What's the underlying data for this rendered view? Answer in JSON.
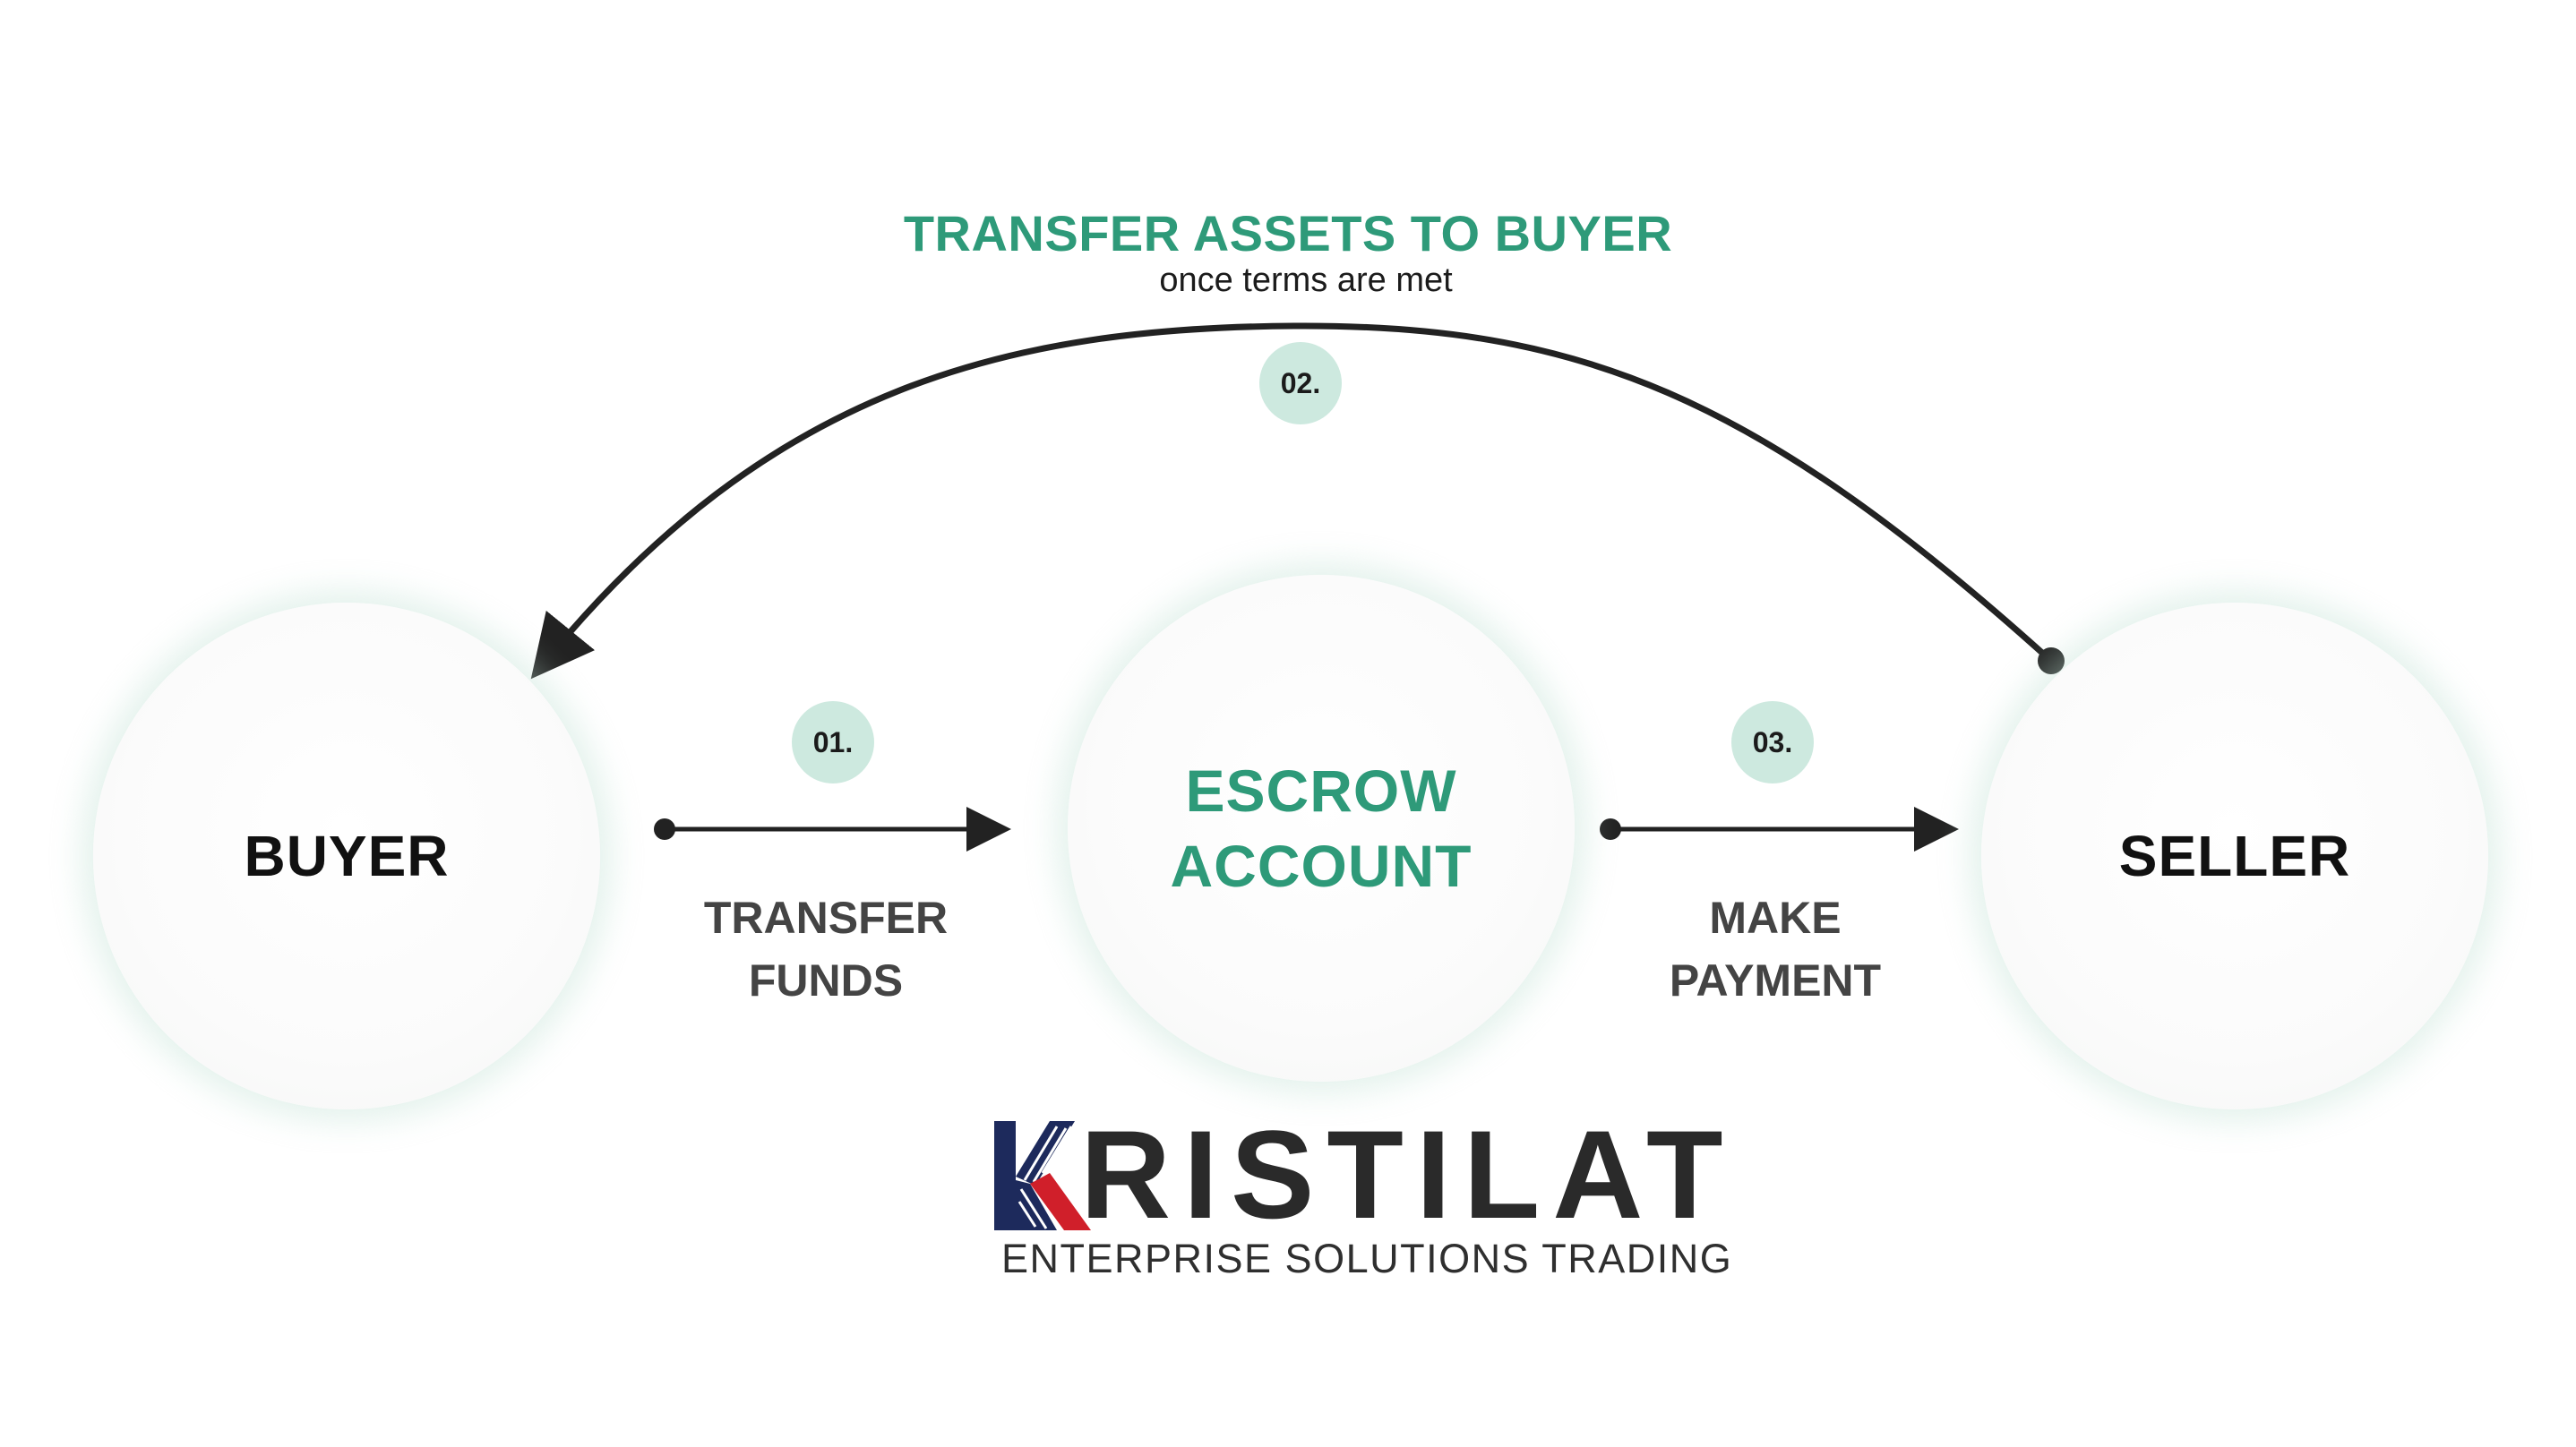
{
  "top_flow": {
    "title": "TRANSFER ASSETS TO BUYER",
    "subtitle": "once terms are met",
    "step": "02."
  },
  "nodes": {
    "buyer": "BUYER",
    "escrow_line1": "ESCROW",
    "escrow_line2": "ACCOUNT",
    "seller": "SELLER"
  },
  "steps": [
    {
      "number": "01.",
      "line1": "TRANSFER",
      "line2": "FUNDS"
    },
    {
      "number": "03.",
      "line1": "MAKE",
      "line2": "PAYMENT"
    }
  ],
  "logo": {
    "brand": "KRISTILAT",
    "wordmark_rest": "RISTILAT",
    "tagline": "ENTERPRISE SOLUTIONS TRADING"
  },
  "colors": {
    "accent_green": "#2e9a79",
    "badge_fill": "#cde9df",
    "arrow": "#222222",
    "logo_navy": "#1d2a5c",
    "logo_red": "#d01f2a"
  }
}
